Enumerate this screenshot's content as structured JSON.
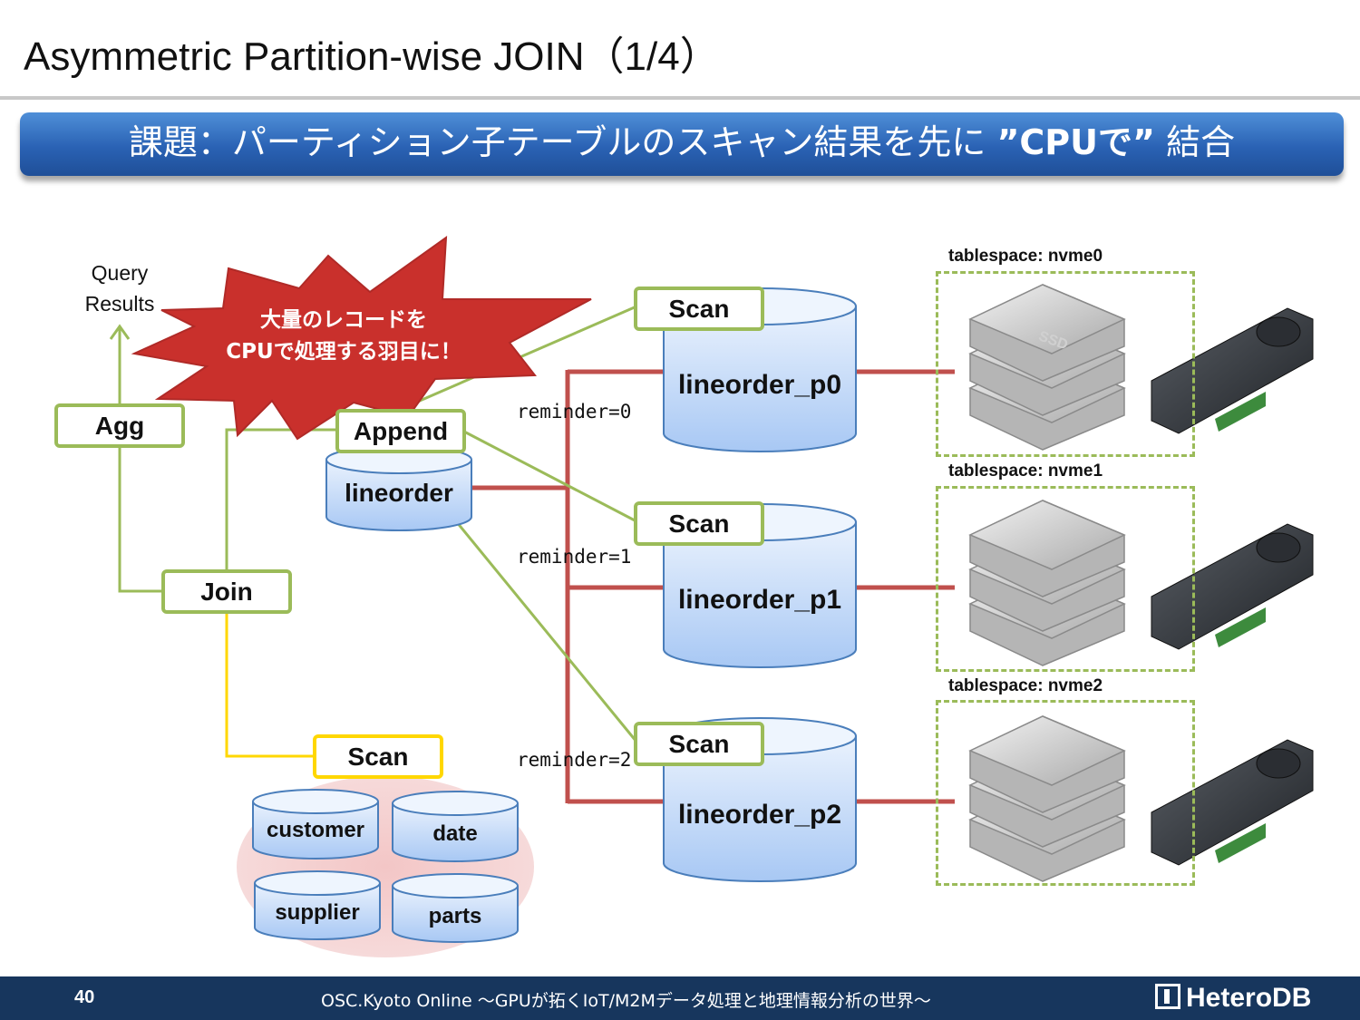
{
  "slide": {
    "title": "Asymmetric Partition-wise JOIN（1/4）",
    "banner_prefix": "課題：パーティション子テーブルのスキャン結果を先に ",
    "banner_emphasis": "”CPUで”",
    "banner_suffix": " 結合"
  },
  "diagram": {
    "query_results_line1": "Query",
    "query_results_line2": "Results",
    "burst_line1": "大量のレコードを",
    "burst_line2": "CPUで処理する羽目に！",
    "agg": "Agg",
    "append": "Append",
    "join": "Join",
    "scan_dims": "Scan",
    "lineorder": "lineorder",
    "dims": [
      "customer",
      "date",
      "supplier",
      "parts"
    ],
    "partitions": [
      {
        "scan": "Scan",
        "table": "lineorder_p0",
        "reminder": "reminder=0",
        "tablespace": "tablespace: nvme0"
      },
      {
        "scan": "Scan",
        "table": "lineorder_p1",
        "reminder": "reminder=1",
        "tablespace": "tablespace: nvme1"
      },
      {
        "scan": "Scan",
        "table": "lineorder_p2",
        "reminder": "reminder=2",
        "tablespace": "tablespace: nvme2"
      }
    ],
    "ssd_label": "SSD"
  },
  "footer": {
    "page_number": "40",
    "event": "OSC.Kyoto Online 〜GPUが拓くIoT/M2Mデータ処理と地理情報分析の世界〜",
    "logo": "HeteroDB"
  },
  "colors": {
    "banner": "#2a62b4",
    "node_border": "#9bbb59",
    "scan_dim_border": "#ffd700",
    "partition_line": "#c0504d",
    "burst": "#c0392b",
    "footer": "#17365d"
  }
}
